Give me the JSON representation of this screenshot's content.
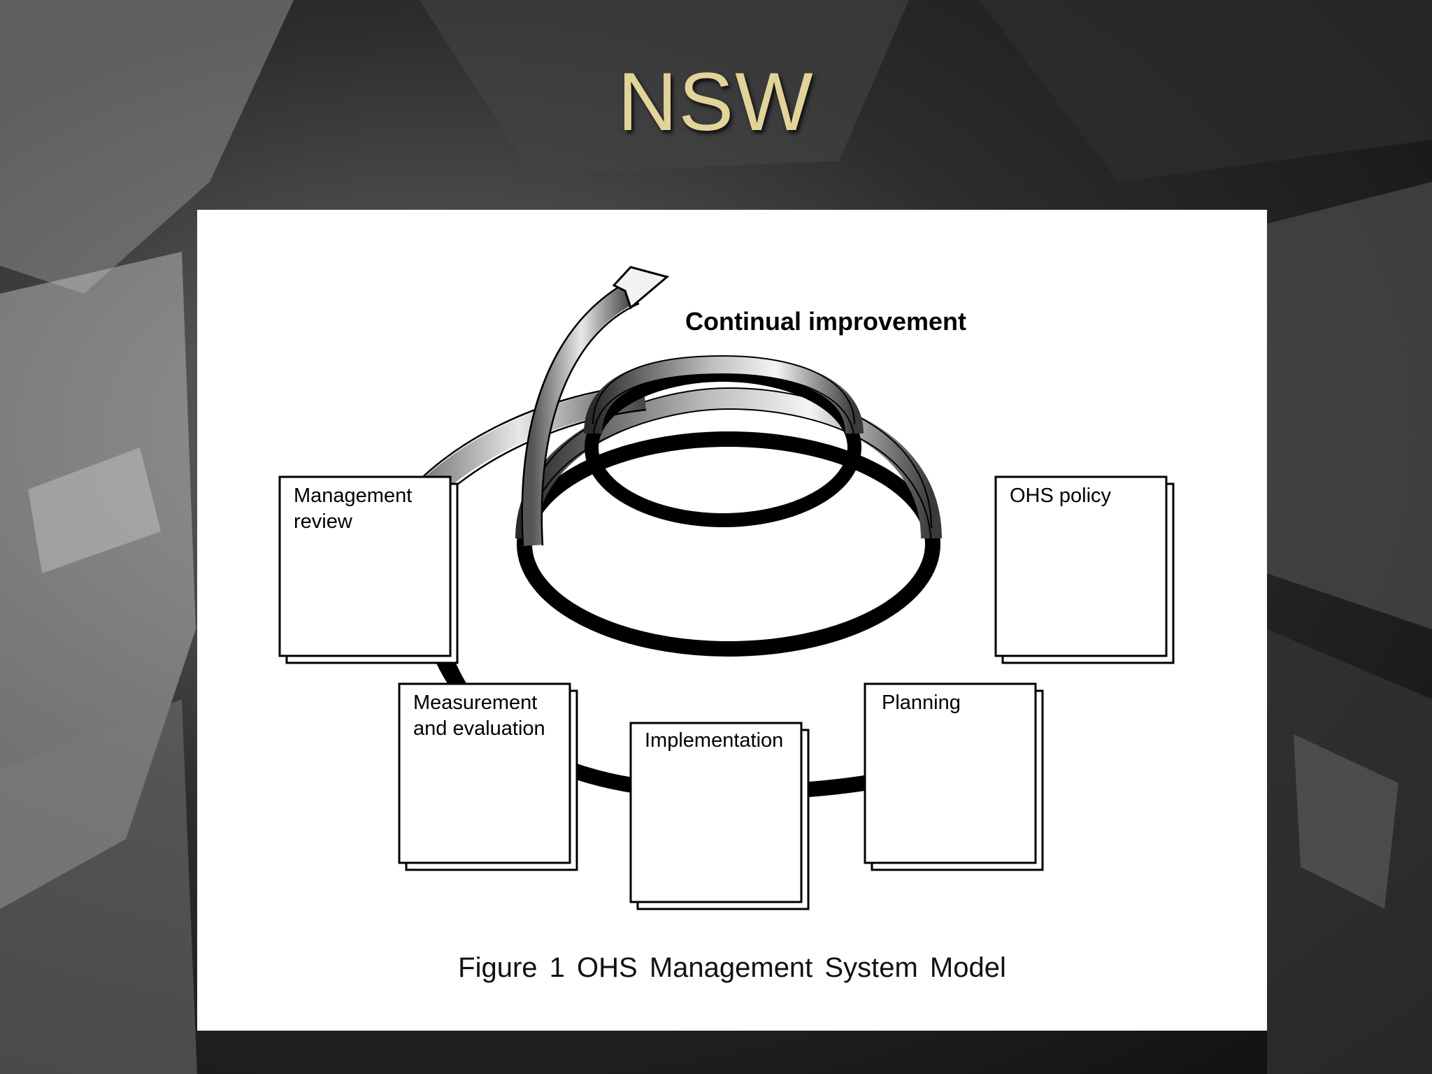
{
  "slide": {
    "title": "NSW"
  },
  "diagram": {
    "arrow_label": "Continual improvement",
    "boxes": {
      "management_review": [
        "Management",
        "review"
      ],
      "ohs_policy": [
        "OHS policy"
      ],
      "measurement_evaluation": [
        "Measurement",
        "and evaluation"
      ],
      "implementation": [
        "Implementation"
      ],
      "planning": [
        "Planning"
      ]
    },
    "caption": "Figure  1   OHS Management System Model"
  }
}
